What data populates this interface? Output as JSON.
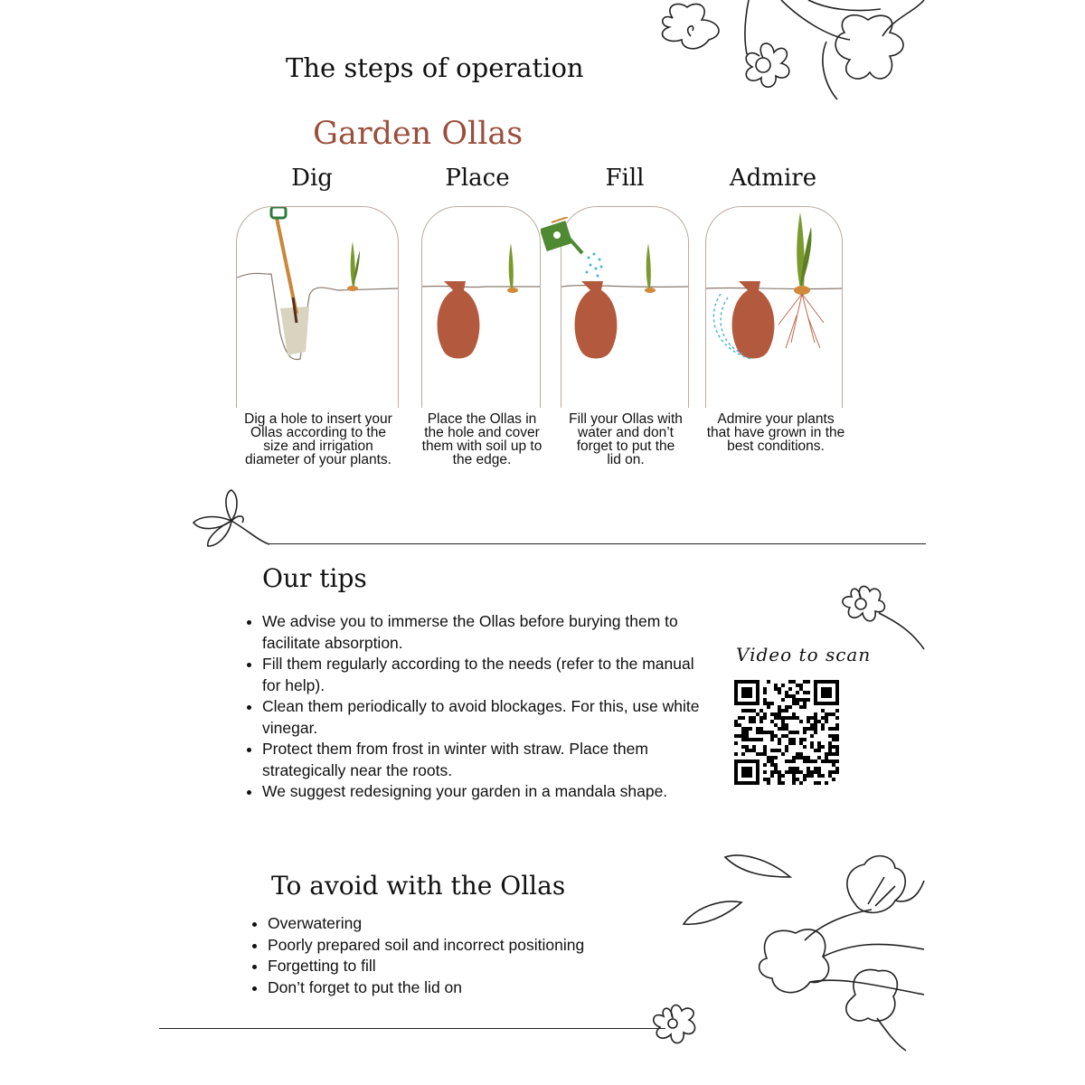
{
  "header": {
    "title": "The steps of operation",
    "brand": "Garden Ollas"
  },
  "steps": [
    {
      "label": "Dig",
      "description": "Dig a hole to insert your Ollas according to the size and irrigation diameter of your plants."
    },
    {
      "label": "Place",
      "description": "Place the Ollas in the hole and cover them with soil up to the edge."
    },
    {
      "label": "Fill",
      "description": "Fill your Ollas with water and don’t forget to put the lid on."
    },
    {
      "label": "Admire",
      "description": "Admire your plants that have grown in the best conditions."
    }
  ],
  "tips": {
    "title": "Our tips",
    "items": [
      "We advise you to immerse the Ollas before burying them to facilitate absorption.",
      "Fill them regularly according to the needs (refer to the manual for help).",
      "Clean them periodically to avoid blockages. For this, use white vinegar.",
      "Protect them from frost in winter with straw. Place them strategically near the roots.",
      " We suggest redesigning your garden in a mandala shape."
    ]
  },
  "video": {
    "label": "Video to scan"
  },
  "avoid": {
    "title": "To avoid with the Ollas",
    "items": [
      "Overwatering",
      "Poorly prepared soil and incorrect positioning",
      "Forgetting to fill",
      "Don’t forget to put the lid on"
    ]
  },
  "colors": {
    "accent": "#9a4f3c",
    "pot": "#b35a3e",
    "plant": "#7a9a2e",
    "water": "#4ab5d4"
  }
}
